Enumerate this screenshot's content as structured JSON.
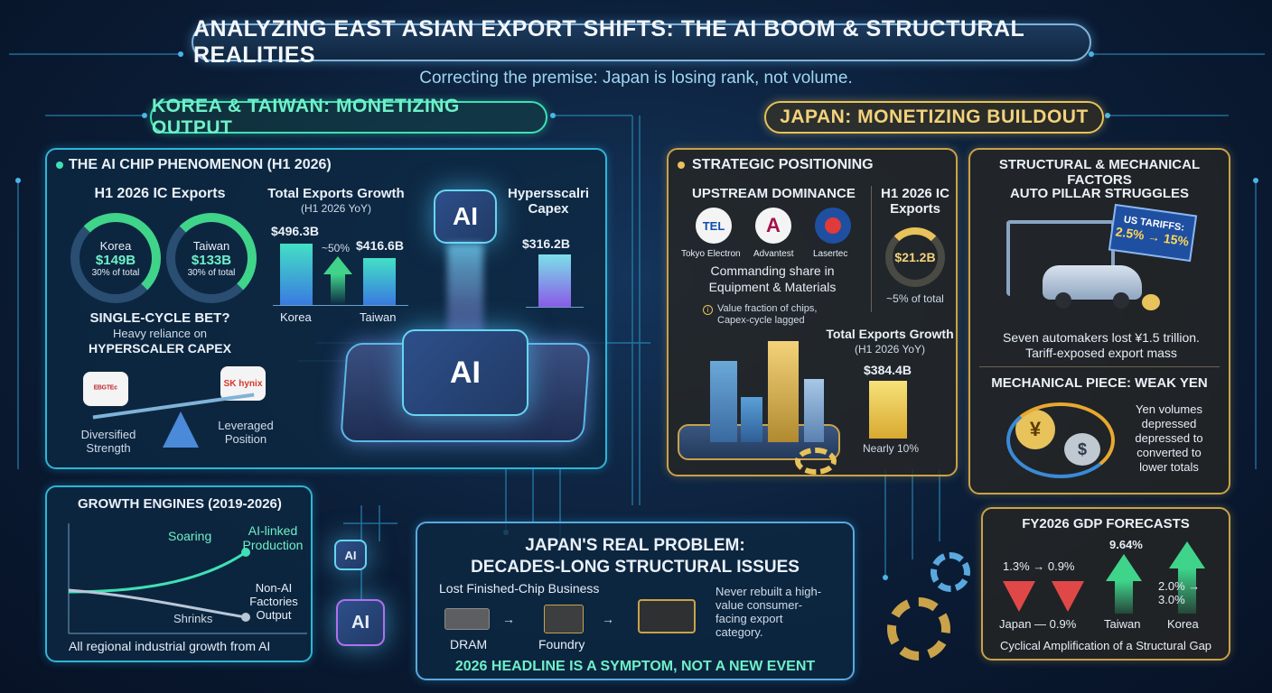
{
  "title": "ANALYZING EAST ASIAN EXPORT SHIFTS: THE AI BOOM & STRUCTURAL REALITIES",
  "subtitle": "Correcting the premise: Japan is losing rank, not volume.",
  "left_section": {
    "header": "KOREA & TAIWAN: MONETIZING OUTPUT",
    "ai_chip_panel": {
      "title": "THE AI CHIP PHENOMENON (H1 2026)",
      "ic_exports_title": "H1 2026 IC Exports",
      "korea": {
        "name": "Korea",
        "value": "$149B",
        "share": "30% of total"
      },
      "taiwan": {
        "name": "Taiwan",
        "value": "$133B",
        "share": "30% of total"
      },
      "growth_title": "Total Exports Growth",
      "growth_sub": "(H1 2026 YoY)",
      "korea_growth": "$496.3B",
      "taiwan_growth": "$416.6B",
      "growth_pct": "~50%",
      "korea_label": "Korea",
      "taiwan_label": "Taiwan",
      "capex_title": "Hypersscalri Capex",
      "capex_value": "$316.2B",
      "single_cycle_title": "SINGLE-CYCLE BET?",
      "single_cycle_sub": "Heavy reliance on",
      "single_cycle_bold": "HYPERSCALER CAPEX",
      "logo_left": "ᴱᴮᴳᵀᴱᶜ",
      "logo_right": "SK hynix",
      "diversified": "Diversified Strength",
      "leveraged": "Leveraged Position"
    },
    "growth_engines": {
      "title": "GROWTH ENGINES (2019-2026)",
      "soaring": "Soaring",
      "ai_linked": "AI-linked Production",
      "shrinks": "Shrinks",
      "non_ai": "Non-AI Factories Output",
      "caption": "All regional industrial growth from AI"
    },
    "chip_label": "AI",
    "chip_top_label": "AI"
  },
  "center_bottom": {
    "title_line1": "JAPAN'S REAL PROBLEM:",
    "title_line2": "DECADES-LONG STRUCTURAL ISSUES",
    "lost_label": "Lost Finished-Chip Business",
    "dram": "DRAM",
    "foundry": "Foundry",
    "never_rebuilt": "Never rebuilt a high-value consumer-facing export category.",
    "headline": "2026 HEADLINE IS A SYMPTOM, NOT A NEW EVENT",
    "small_chip_label": "AI",
    "big_chip_label": "AI"
  },
  "right_section": {
    "header": "JAPAN: MONETIZING BUILDOUT",
    "strategic": {
      "title": "STRATEGIC POSITIONING",
      "upstream": "UPSTREAM DOMINANCE",
      "company1": "Tokyo Electron",
      "company2": "Advantest",
      "company3": "Lasertec",
      "logo1": "TEL",
      "logo2": "A",
      "commanding": "Commanding share in",
      "equipment": "Equipment & Materials",
      "note": "Value fraction of chips, Capex-cycle lagged",
      "ic_title": "H1 2026 IC Exports",
      "ic_value": "$21.2B",
      "ic_share": "~5% of total",
      "growth_title": "Total Exports Growth",
      "growth_sub": "(H1 2026 YoY)",
      "growth_value": "$384.4B",
      "growth_note": "Nearly 10%"
    },
    "structural": {
      "title": "STRUCTURAL & MECHANICAL FACTORS",
      "auto_title": "AUTO PILLAR STRUGGLES",
      "tariff_line1": "US TARIFFS:",
      "tariff_line2": "2.5% → 15%",
      "automakers": "Seven automakers lost ¥1.5 trillion. Tariff-exposed export mass",
      "yen_title": "MECHANICAL PIECE: WEAK YEN",
      "yen_text": "Yen volumes depressed depressed to converted to lower totals",
      "yen_symbol": "¥",
      "dollar_symbol": "$"
    },
    "gdp": {
      "title": "FY2026 GDP FORECASTS",
      "japan_change": "1.3% → 0.9%",
      "taiwan_value": "9.64%",
      "korea_change": "2.0% → 3.0%",
      "japan_label": "Japan — 0.9%",
      "taiwan_label": "Taiwan",
      "korea_label": "Korea",
      "caption": "Cyclical Amplification of a Structural Gap"
    }
  },
  "colors": {
    "teal": "#3fe0b6",
    "gold": "#e8c25a",
    "red": "#e04848",
    "green": "#3fd48a"
  }
}
